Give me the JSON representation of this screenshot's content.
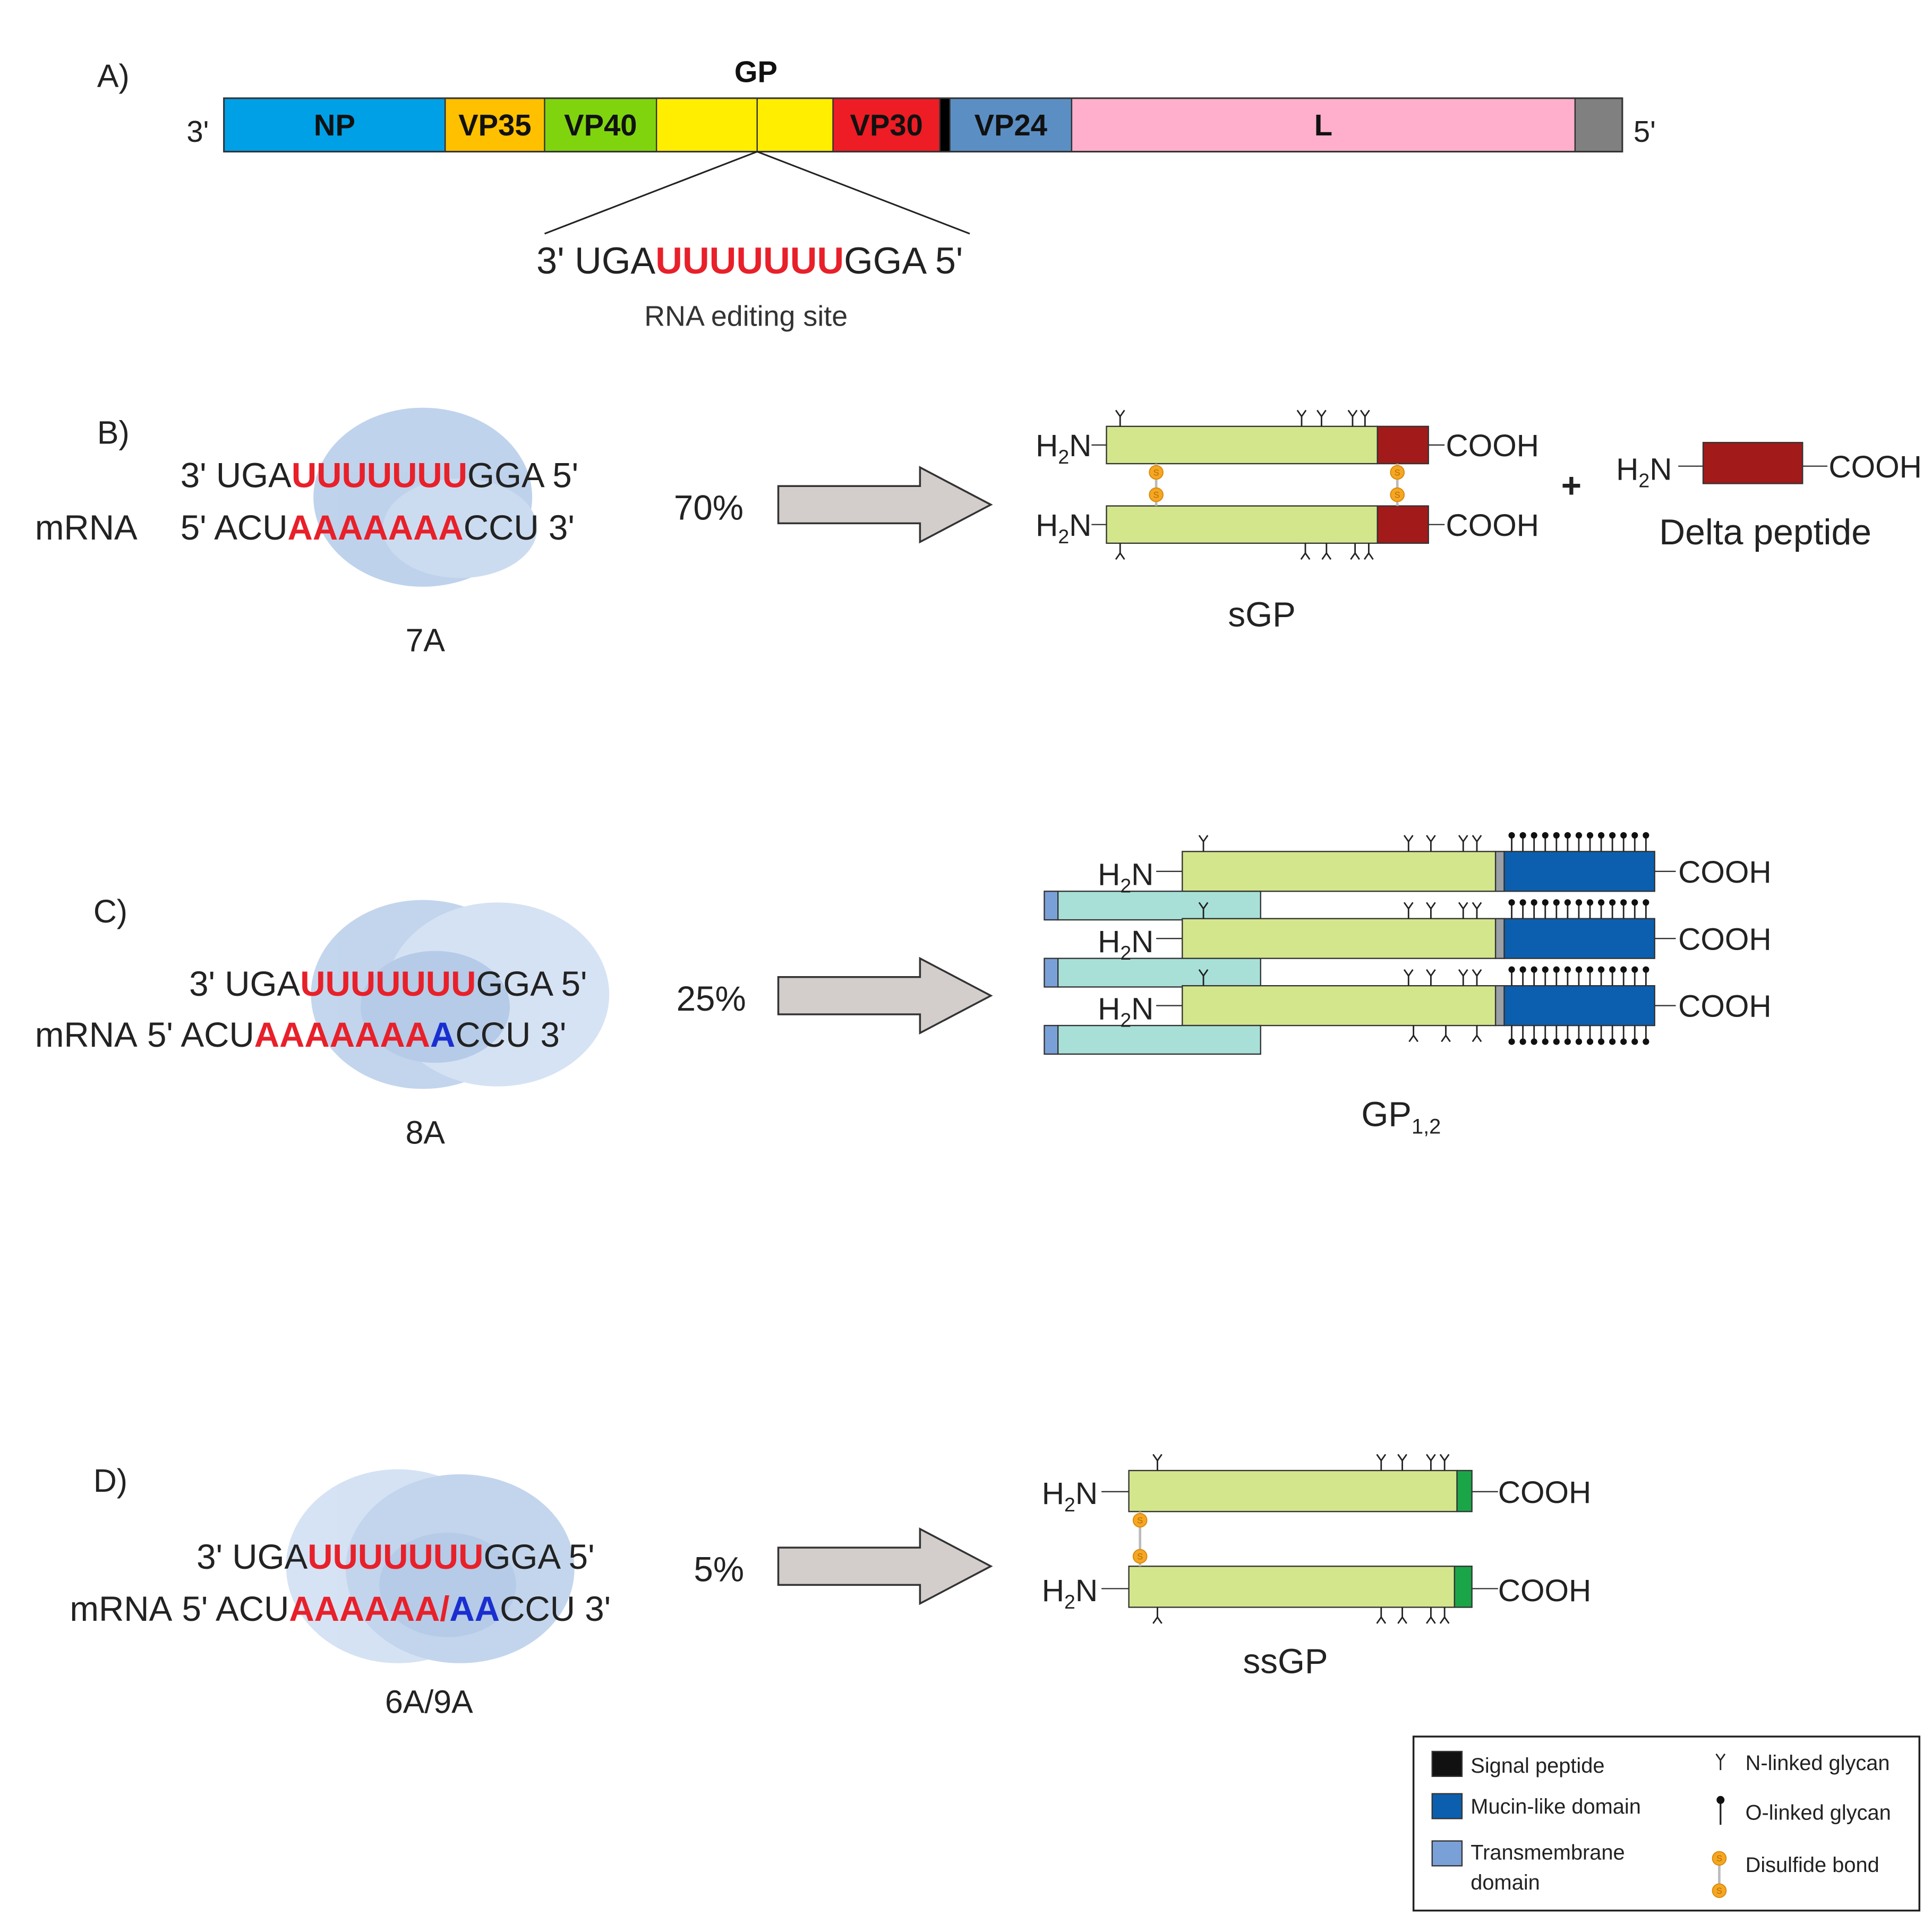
{
  "panel_a": {
    "label": "A)",
    "gp_title": "GP",
    "end_left": "3'",
    "end_right": "5'",
    "genes": [
      {
        "name": "NP",
        "color": "#00a0e6"
      },
      {
        "name": "VP35",
        "color": "#ffc000"
      },
      {
        "name": "VP40",
        "color": "#7fd40e"
      },
      {
        "name": "",
        "color": "#ffee00"
      },
      {
        "name": "",
        "color": "#ffee00"
      },
      {
        "name": "VP30",
        "color": "#ee1c24"
      },
      {
        "name": "",
        "color": "#000000"
      },
      {
        "name": "VP24",
        "color": "#5b8fc4"
      },
      {
        "name": "L",
        "color": "#ffafcb"
      },
      {
        "name": "",
        "color": "#808080"
      }
    ],
    "edit_seq": {
      "prefix": "3' UGA",
      "highlight": "UUUUUUU",
      "suffix": "GGA 5'"
    },
    "edit_caption": "RNA editing site"
  },
  "panel_b": {
    "label": "B)",
    "mrna_label": "mRNA",
    "line1": {
      "prefix": "3' UGA",
      "red": "UUUUUUU",
      "suffix": "GGA 5'"
    },
    "line2": {
      "prefix": "5' ACU",
      "red": "AAAAAAA",
      "suffix": "CCU 3'"
    },
    "variant": "7A",
    "percent": "70%",
    "product": "sGP",
    "plus": "+",
    "delta_label": "Delta peptide",
    "n_term": "H",
    "n_sub": "2",
    "n_tail": "N",
    "c_term": "COOH"
  },
  "panel_c": {
    "label": "C)",
    "mrna_label": "mRNA",
    "line1": {
      "prefix": "3' UGA",
      "red": "UUUUUUU",
      "suffix": "GGA 5'"
    },
    "line2": {
      "prefix": "5' ACU",
      "red": "AAAAAAA",
      "blue": "A",
      "suffix": "CCU 3'"
    },
    "variant": "8A",
    "percent": "25%",
    "product": "GP",
    "product_sub": "1,2",
    "n_term": "H",
    "n_sub": "2",
    "n_tail": "N",
    "c_term": "COOH"
  },
  "panel_d": {
    "label": "D)",
    "mrna_label": "mRNA",
    "line1": {
      "prefix": "3' UGA",
      "red": "UUUUUUU",
      "suffix": "GGA 5'"
    },
    "line2": {
      "prefix": "5' ACU",
      "red": "AAAAAA/",
      "blue": "AA",
      "suffix": "CCU 3'"
    },
    "variant": "6A/9A",
    "percent": "5%",
    "product": "ssGP",
    "n_term": "H",
    "n_sub": "2",
    "n_tail": "N",
    "c_term": "COOH"
  },
  "colors": {
    "red_text": "#e8202a",
    "blue_text": "#1a2fd0",
    "gp_body": "#d4e68c",
    "delta": "#a31a1a",
    "mucin": "#0b5fae",
    "gp2": "#a8e0d8",
    "tm": "#7aa0d8",
    "ssgp_c": "#1aa648",
    "disulfide": "#f5a623",
    "arrow": "#d3cdcc",
    "ribosome": "#a9c4e6"
  },
  "legend": {
    "items": [
      {
        "label": "Signal peptide",
        "color": "#111111"
      },
      {
        "label": "Mucin-like domain",
        "color": "#0b5fae"
      },
      {
        "label_line1": "Transmembrane",
        "label_line2": "domain",
        "color": "#7aa0d8"
      }
    ],
    "symbols": [
      {
        "label": "N-linked glycan",
        "icon": "n-glycan-icon"
      },
      {
        "label": "O-linked glycan",
        "icon": "o-glycan-icon"
      },
      {
        "label": "Disulfide bond",
        "icon": "disulfide-icon"
      }
    ]
  }
}
